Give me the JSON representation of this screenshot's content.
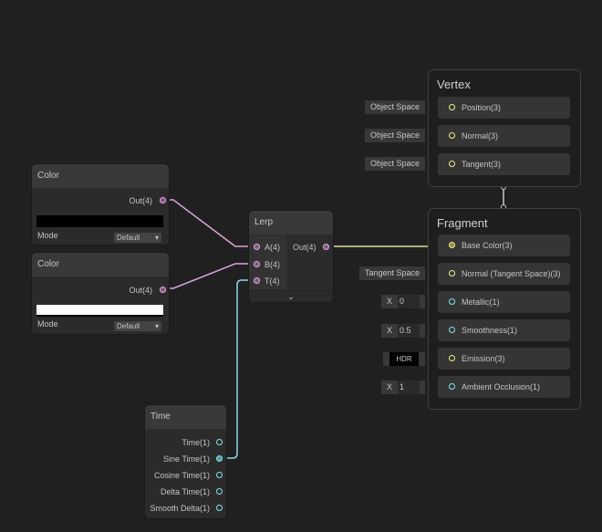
{
  "color_nodes": [
    {
      "title": "Color",
      "out": "Out(4)",
      "swatch": "#000000",
      "mode_label": "Mode",
      "mode_value": "Default"
    },
    {
      "title": "Color",
      "out": "Out(4)",
      "swatch": "#ffffff",
      "mode_label": "Mode",
      "mode_value": "Default"
    }
  ],
  "lerp": {
    "title": "Lerp",
    "inputs": [
      "A(4)",
      "B(4)",
      "T(4)"
    ],
    "out": "Out(4)"
  },
  "time": {
    "title": "Time",
    "outputs": [
      "Time(1)",
      "Sine Time(1)",
      "Cosine Time(1)",
      "Delta Time(1)",
      "Smooth Delta(1)"
    ]
  },
  "vertex": {
    "title": "Vertex",
    "blocks": [
      {
        "label": "Position(3)",
        "input": "Object Space"
      },
      {
        "label": "Normal(3)",
        "input": "Object Space"
      },
      {
        "label": "Tangent(3)",
        "input": "Object Space"
      }
    ]
  },
  "fragment": {
    "title": "Fragment",
    "blocks": [
      {
        "label": "Base Color(3)"
      },
      {
        "label": "Normal (Tangent Space)(3)",
        "input": "Tangent Space"
      },
      {
        "label": "Metallic(1)",
        "axis": "X",
        "value": "0"
      },
      {
        "label": "Smoothness(1)",
        "axis": "X",
        "value": "0.5"
      },
      {
        "label": "Emission(3)",
        "input": "HDR"
      },
      {
        "label": "Ambient Occlusion(1)",
        "axis": "X",
        "value": "1"
      }
    ]
  }
}
